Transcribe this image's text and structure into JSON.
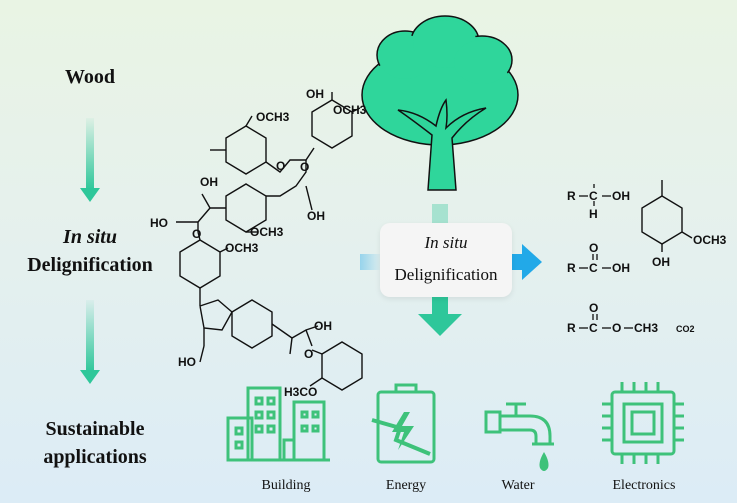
{
  "left_flow": {
    "wood": "Wood",
    "step_italic": "In situ",
    "step": "Delignification",
    "result_line1": "Sustainable",
    "result_line2": "applications"
  },
  "center_box": {
    "italic": "In situ",
    "label": "Delignification"
  },
  "products": {
    "alcohol": {
      "r": "R",
      "c": "C",
      "oh": "OH",
      "h": "H"
    },
    "acid": {
      "r": "R",
      "c": "C",
      "o": "O",
      "oh": "OH"
    },
    "ester": {
      "r": "R",
      "c": "C",
      "o": "O",
      "o2": "O",
      "ch3": "CH3"
    },
    "co2": "CO2",
    "phenol": {
      "och3": "OCH3",
      "oh": "OH"
    }
  },
  "lignin": {
    "oh": "OH",
    "och3": "OCH3",
    "o": "O",
    "ho": "HO",
    "h3co": "H3CO"
  },
  "applications": [
    {
      "label": "Building",
      "icon": "building-icon"
    },
    {
      "label": "Energy",
      "icon": "battery-icon"
    },
    {
      "label": "Water",
      "icon": "faucet-icon"
    },
    {
      "label": "Electronics",
      "icon": "chip-icon"
    }
  ],
  "colors": {
    "green": "#3ec27a",
    "tree": "#2fd69b",
    "arrow_teal": "#2ec79a",
    "arrow_blue": "#22a9e8"
  }
}
